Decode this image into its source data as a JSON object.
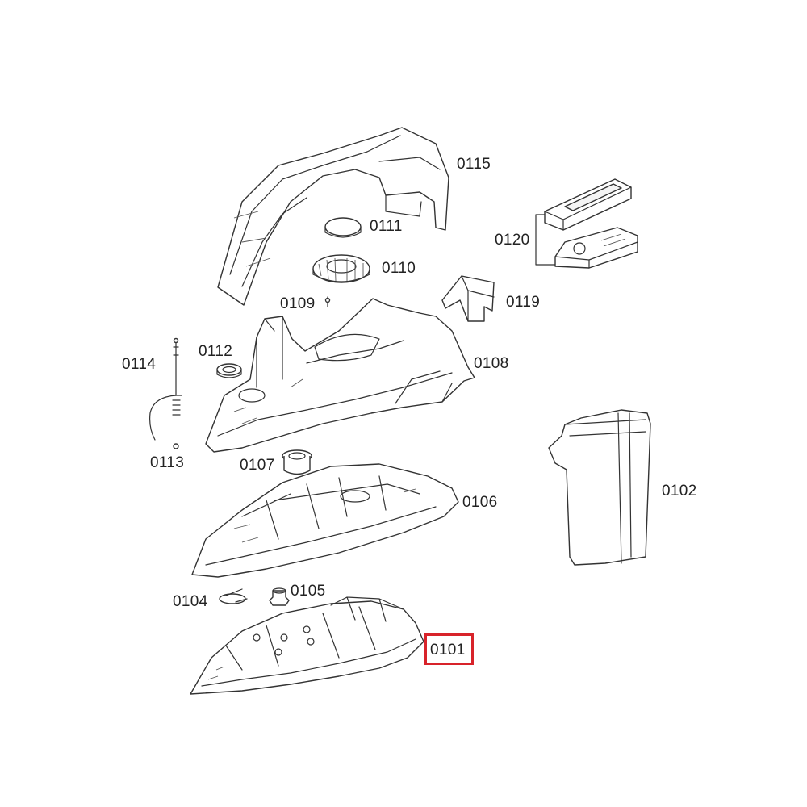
{
  "highlight_color": "#d8232a",
  "parts": [
    {
      "id": "0101",
      "icon": "soleplate",
      "highlighted": true
    },
    {
      "id": "0102",
      "icon": "water-tank"
    },
    {
      "id": "0104",
      "icon": "clip"
    },
    {
      "id": "0105",
      "icon": "valve"
    },
    {
      "id": "0106",
      "icon": "chassis"
    },
    {
      "id": "0107",
      "icon": "bushing"
    },
    {
      "id": "0108",
      "icon": "iron-body"
    },
    {
      "id": "0109",
      "icon": "pin"
    },
    {
      "id": "0110",
      "icon": "dial"
    },
    {
      "id": "0111",
      "icon": "cap"
    },
    {
      "id": "0112",
      "icon": "seal-ring"
    },
    {
      "id": "0113",
      "icon": "ball"
    },
    {
      "id": "0114",
      "icon": "steam-rod"
    },
    {
      "id": "0115",
      "icon": "handle-cover"
    },
    {
      "id": "0119",
      "icon": "button-cover"
    },
    {
      "id": "0120",
      "icon": "electronic-module"
    }
  ]
}
